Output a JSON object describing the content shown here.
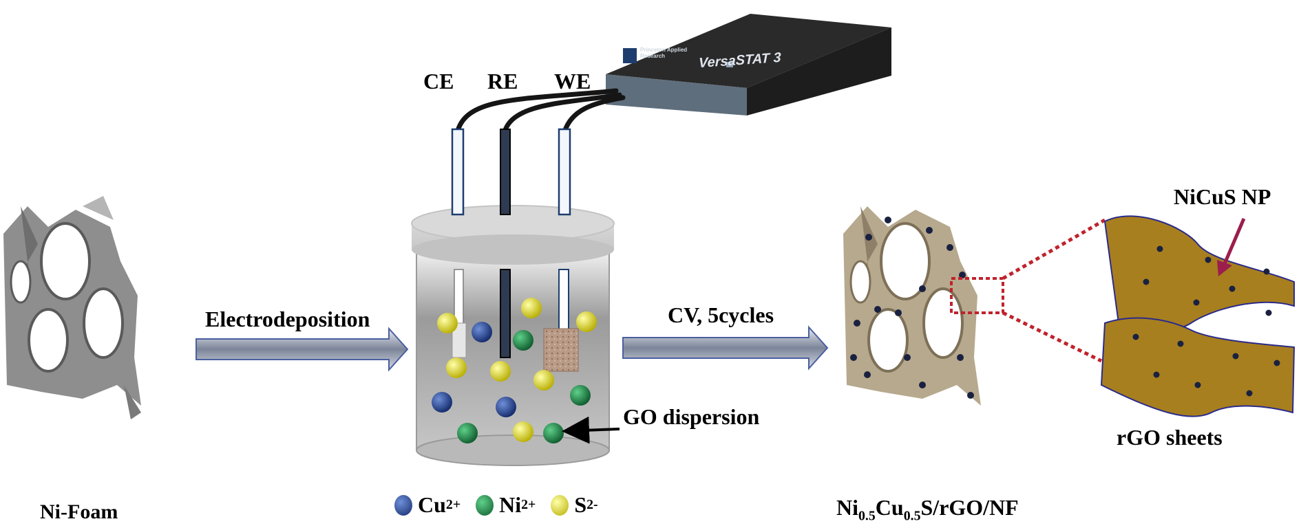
{
  "electrodes": {
    "ce": "CE",
    "re": "RE",
    "we": "WE"
  },
  "potentiostat": {
    "brand": "Princeton Applied Research",
    "model": "VersaSTAT 3"
  },
  "steps": {
    "electrodeposition": "Electrodeposition",
    "cv": "CV, 5cycles",
    "go": "GO dispersion"
  },
  "labels": {
    "ni_foam": "Ni-Foam",
    "nicus_np": "NiCuS NP",
    "rgo_sheets": "rGO sheets",
    "product": {
      "a": "Ni",
      "a_sub": "0.5",
      "b": "Cu",
      "b_sub": "0.5",
      "c": "S/rGO/NF"
    }
  },
  "legend": [
    {
      "ion": "Cu",
      "charge": "2+",
      "color": "#1f4aa0"
    },
    {
      "ion": "Ni",
      "charge": "2+",
      "color": "#1c8a4a"
    },
    {
      "ion": "S",
      "charge": "2-",
      "color": "#e6dc10"
    }
  ],
  "colors": {
    "arrow": "#8a93a6",
    "arrow_stroke": "#4a5fa0",
    "rgo": "#a77f1f",
    "dashed": "#c0232c",
    "pointer": "#9b1e4d"
  }
}
